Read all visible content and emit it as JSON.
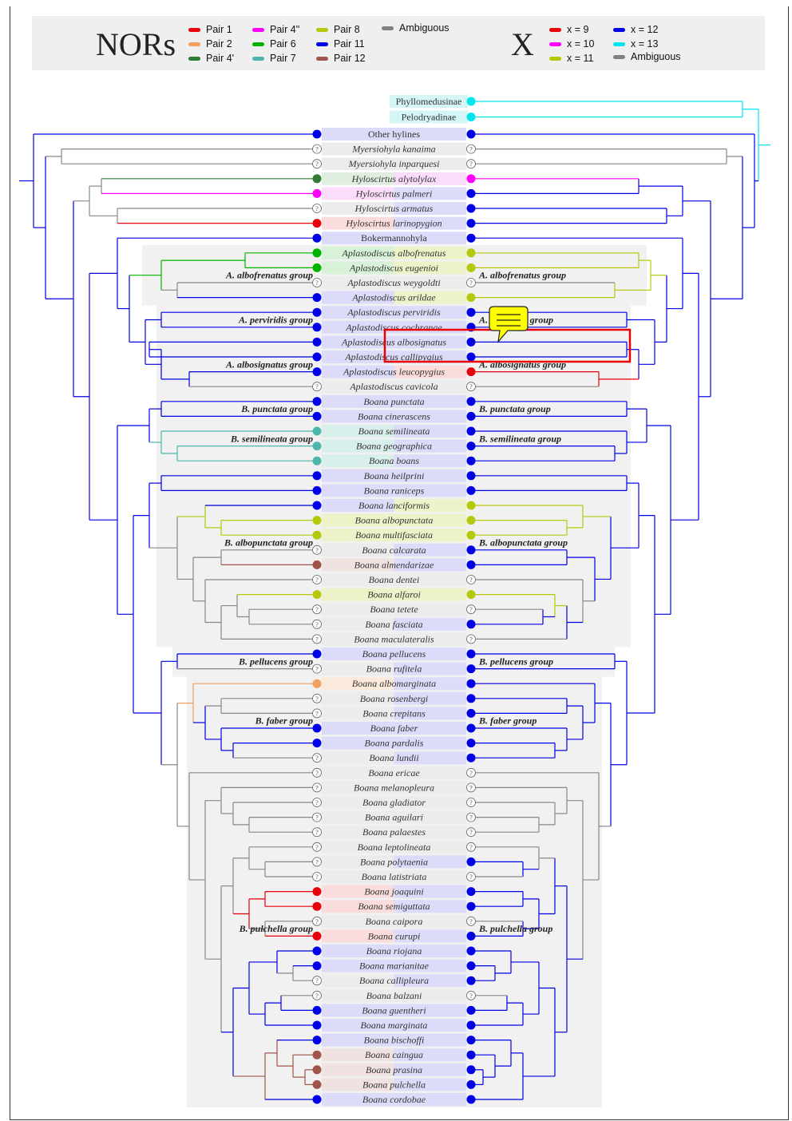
{
  "legend": {
    "nor_title": "NORs",
    "nor_items": [
      {
        "label": "Pair 1",
        "color": "#e8000b"
      },
      {
        "label": "Pair 2",
        "color": "#f0a060"
      },
      {
        "label": "Pair 4'",
        "color": "#2e7d32"
      },
      {
        "label": "Pair 4''",
        "color": "#ff00ff"
      },
      {
        "label": "Pair 6",
        "color": "#00b300"
      },
      {
        "label": "Pair 7",
        "color": "#4db6ac"
      },
      {
        "label": "Pair 8",
        "color": "#b5c80a"
      },
      {
        "label": "Pair 11",
        "color": "#0000e6"
      },
      {
        "label": "Pair 12",
        "color": "#a0544a"
      },
      {
        "label": "Ambiguous",
        "color": "#808080"
      }
    ],
    "x_title": "X",
    "x_items": [
      {
        "label": "x = 9",
        "color": "#e8000b"
      },
      {
        "label": "x = 10",
        "color": "#ff00ff"
      },
      {
        "label": "x = 11",
        "color": "#b5c80a"
      },
      {
        "label": "x = 12",
        "color": "#0000e6"
      },
      {
        "label": "x = 13",
        "color": "#00e5ee"
      },
      {
        "label": "Ambiguous",
        "color": "#808080"
      }
    ]
  },
  "colors": {
    "C": "#00e5ee",
    "B": "#0000e6",
    "G": "#888888",
    "DG": "#2e7d32",
    "M": "#ff00ff",
    "R": "#e8000b",
    "Y": "#b5c80a",
    "GR": "#00b300",
    "T": "#4db6ac",
    "BR": "#a0544a",
    "O": "#f0a060"
  },
  "outgroups": [
    "Phyllomedusinae",
    "Pelodryadinae"
  ],
  "taxa": [
    {
      "name": "Other hylines",
      "nor": "B",
      "x": "B"
    },
    {
      "name": "Myersiohyla kanaima",
      "nor": "?",
      "x": "?"
    },
    {
      "name": "Myersiohyla inparquesi",
      "nor": "?",
      "x": "?"
    },
    {
      "name": "Hyloscirtus alytolylax",
      "nor": "DG",
      "x": "M"
    },
    {
      "name": "Hyloscirtus palmeri",
      "nor": "M",
      "x": "B"
    },
    {
      "name": "Hyloscirtus armatus",
      "nor": "?",
      "x": "B"
    },
    {
      "name": "Hyloscirtus larinopygion",
      "nor": "R",
      "x": "B"
    },
    {
      "name": "Bokermannohyla",
      "nor": "B",
      "x": "B"
    },
    {
      "name": "Aplastodiscus albofrenatus",
      "nor": "GR",
      "x": "Y"
    },
    {
      "name": "Aplastodiscus eugenioi",
      "nor": "GR",
      "x": "Y"
    },
    {
      "name": "Aplastodiscus weygoldti",
      "nor": "?",
      "x": "?"
    },
    {
      "name": "Aplastodiscus arildae",
      "nor": "B",
      "x": "Y"
    },
    {
      "name": "Aplastodiscus perviridis",
      "nor": "B",
      "x": "B"
    },
    {
      "name": "Aplastodiscus cochranae",
      "nor": "B",
      "x": "B"
    },
    {
      "name": "Aplastodiscus albosignatus",
      "nor": "B",
      "x": "B"
    },
    {
      "name": "Aplastodiscus callipygius",
      "nor": "B",
      "x": "B"
    },
    {
      "name": "Aplastodiscus leucopygius",
      "nor": "B",
      "x": "R"
    },
    {
      "name": "Aplastodiscus cavicola",
      "nor": "?",
      "x": "?"
    },
    {
      "name": "Boana punctata",
      "nor": "B",
      "x": "B"
    },
    {
      "name": "Boana cinerascens",
      "nor": "B",
      "x": "B"
    },
    {
      "name": "Boana semilineata",
      "nor": "T",
      "x": "B"
    },
    {
      "name": "Boana geographica",
      "nor": "T",
      "x": "B"
    },
    {
      "name": "Boana boans",
      "nor": "T",
      "x": "B"
    },
    {
      "name": "Boana heilprini",
      "nor": "B",
      "x": "B"
    },
    {
      "name": "Boana raniceps",
      "nor": "B",
      "x": "B"
    },
    {
      "name": "Boana lanciformis",
      "nor": "B",
      "x": "Y"
    },
    {
      "name": "Boana albopunctata",
      "nor": "Y",
      "x": "Y"
    },
    {
      "name": "Boana multifasciata",
      "nor": "Y",
      "x": "Y"
    },
    {
      "name": "Boana calcarata",
      "nor": "?",
      "x": "B"
    },
    {
      "name": "Boana almendarizae",
      "nor": "BR",
      "x": "B"
    },
    {
      "name": "Boana dentei",
      "nor": "?",
      "x": "?"
    },
    {
      "name": "Boana alfaroi",
      "nor": "Y",
      "x": "Y"
    },
    {
      "name": "Boana tetete",
      "nor": "?",
      "x": "?"
    },
    {
      "name": "Boana fasciata",
      "nor": "?",
      "x": "B"
    },
    {
      "name": "Boana maculateralis",
      "nor": "?",
      "x": "?"
    },
    {
      "name": "Boana pellucens",
      "nor": "B",
      "x": "B"
    },
    {
      "name": "Boana rufitela",
      "nor": "?",
      "x": "B"
    },
    {
      "name": "Boana albomarginata",
      "nor": "O",
      "x": "B"
    },
    {
      "name": "Boana rosenbergi",
      "nor": "?",
      "x": "B"
    },
    {
      "name": "Boana crepitans",
      "nor": "?",
      "x": "B"
    },
    {
      "name": "Boana faber",
      "nor": "B",
      "x": "B"
    },
    {
      "name": "Boana pardalis",
      "nor": "B",
      "x": "B"
    },
    {
      "name": "Boana lundii",
      "nor": "?",
      "x": "B"
    },
    {
      "name": "Boana ericae",
      "nor": "?",
      "x": "?"
    },
    {
      "name": "Boana melanopleura",
      "nor": "?",
      "x": "?"
    },
    {
      "name": "Boana gladiator",
      "nor": "?",
      "x": "?"
    },
    {
      "name": "Boana aguilari",
      "nor": "?",
      "x": "?"
    },
    {
      "name": "Boana palaestes",
      "nor": "?",
      "x": "?"
    },
    {
      "name": "Boana leptolineata",
      "nor": "?",
      "x": "?"
    },
    {
      "name": "Boana polytaenia",
      "nor": "?",
      "x": "B"
    },
    {
      "name": "Boana latistriata",
      "nor": "?",
      "x": "?"
    },
    {
      "name": "Boana joaquini",
      "nor": "R",
      "x": "B"
    },
    {
      "name": "Boana semiguttata",
      "nor": "R",
      "x": "B"
    },
    {
      "name": "Boana caipora",
      "nor": "?",
      "x": "?"
    },
    {
      "name": "Boana curupi",
      "nor": "R",
      "x": "B"
    },
    {
      "name": "Boana riojana",
      "nor": "B",
      "x": "B"
    },
    {
      "name": "Boana marianitae",
      "nor": "B",
      "x": "B"
    },
    {
      "name": "Boana callipleura",
      "nor": "?",
      "x": "B"
    },
    {
      "name": "Boana balzani",
      "nor": "?",
      "x": "?"
    },
    {
      "name": "Boana guentheri",
      "nor": "B",
      "x": "B"
    },
    {
      "name": "Boana marginata",
      "nor": "B",
      "x": "B"
    },
    {
      "name": "Boana bischoffi",
      "nor": "B",
      "x": "B"
    },
    {
      "name": "Boana caingua",
      "nor": "BR",
      "x": "B"
    },
    {
      "name": "Boana prasina",
      "nor": "BR",
      "x": "B"
    },
    {
      "name": "Boana pulchella",
      "nor": "BR",
      "x": "B"
    },
    {
      "name": "Boana cordobae",
      "nor": "B",
      "x": "B"
    }
  ],
  "groups": [
    {
      "label": "A. albofrenatus group",
      "a": 8,
      "b": 11,
      "label_row": 9.5,
      "bg": true
    },
    {
      "label": "A. perviridis group",
      "a": 12,
      "b": 13,
      "label_row": 12.5,
      "bg": false,
      "right_label": "A. perviridis group"
    },
    {
      "label": "A. albosignatus group",
      "a": 14,
      "b": 17,
      "label_row": 15.5,
      "bg": false
    },
    {
      "label": "B. punctata group",
      "a": 18,
      "b": 19,
      "label_row": 18.5,
      "bg": true
    },
    {
      "label": "B. semilineata group",
      "a": 20,
      "b": 22,
      "label_row": 20.5,
      "bg": true
    },
    {
      "label": "B. albopunctata group",
      "a": 23,
      "b": 34,
      "label_row": 27.5,
      "bg": true
    },
    {
      "label": "B. pellucens group",
      "a": 35,
      "b": 36,
      "label_row": 35.5,
      "bg": true
    },
    {
      "label": "B. faber group",
      "a": 37,
      "b": 42,
      "label_row": 39.5,
      "bg": true
    },
    {
      "label": "B. pulchella group",
      "a": 43,
      "b": 65,
      "label_row": 53.5,
      "bg": true
    }
  ]
}
